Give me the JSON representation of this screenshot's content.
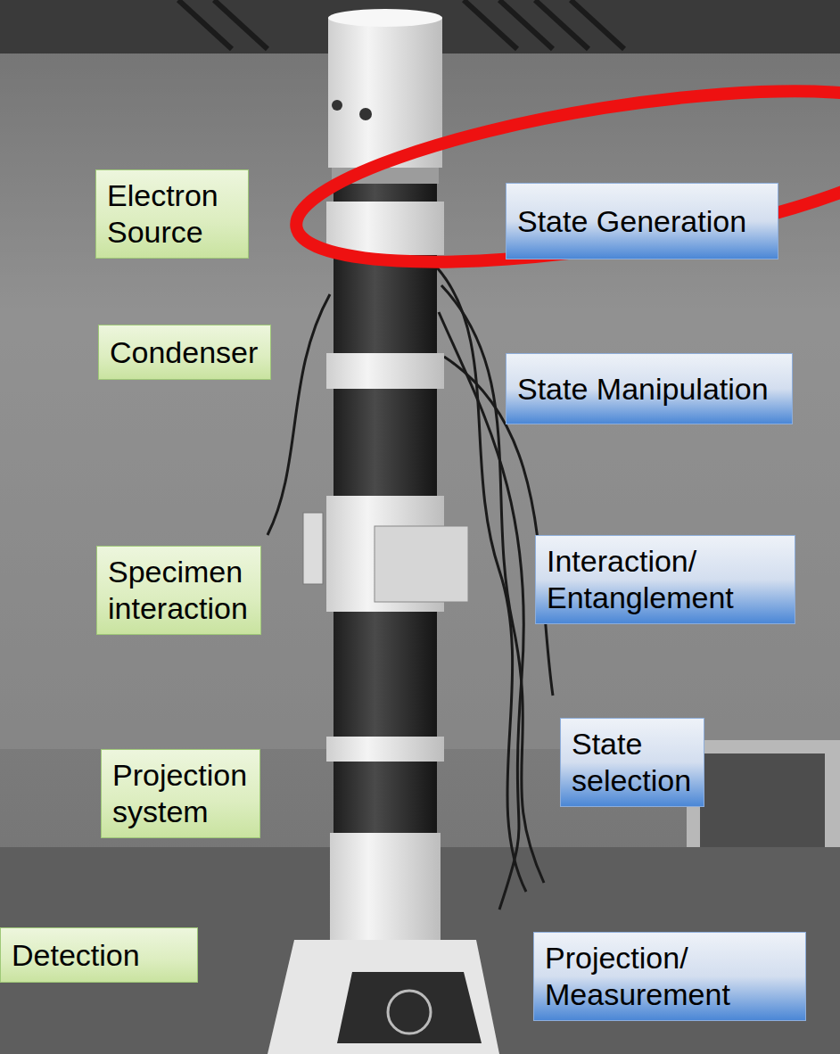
{
  "diagram": {
    "nodes": [
      {
        "text": [
          "Electron Source"
        ]
      },
      {
        "text": [
          "State Generation"
        ]
      },
      {
        "text": [
          "Condenser"
        ]
      },
      {
        "text": [
          "State Manipulation"
        ]
      },
      {
        "text": [
          "Specimen interaction"
        ]
      },
      {
        "text": [
          "Interaction/ Entanglement"
        ]
      },
      {
        "text": [
          "Projection system"
        ]
      },
      {
        "text": [
          "State selection"
        ]
      },
      {
        "text": [
          "Detection"
        ]
      },
      {
        "text": [
          "Projection/ Measurement"
        ]
      }
    ]
  }
}
